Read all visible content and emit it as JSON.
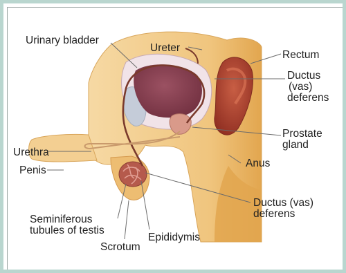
{
  "labels": {
    "urinary_bladder": "Urinary bladder",
    "ureter": "Ureter",
    "rectum": "Rectum",
    "ductus_top_1": "Ductus",
    "ductus_top_2": "(vas)",
    "ductus_top_3": "deferens",
    "prostate_1": "Prostate",
    "prostate_2": "gland",
    "urethra": "Urethra",
    "penis": "Penis",
    "anus": "Anus",
    "ductus_bottom_1": "Ductus (vas)",
    "ductus_bottom_2": "deferens",
    "seminiferous_1": "Seminiferous",
    "seminiferous_2": "tubules of testis",
    "scrotum": "Scrotum",
    "epididymis": "Epididymis"
  },
  "colors": {
    "frame": "#b9d6cf",
    "skin": "#f2cc8b",
    "skin_shadow": "#e2a64f",
    "bladder_wall": "#f1e3e8",
    "bladder_lumen": "#8d3f50",
    "rectum": "#a23a2a",
    "duct": "#7a3a2c",
    "label_text": "#222222"
  }
}
